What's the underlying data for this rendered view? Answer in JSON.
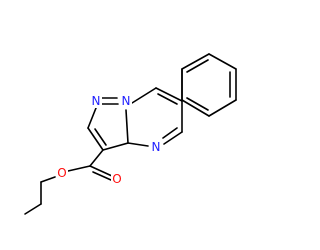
{
  "colors": {
    "bond": "#000000",
    "nitrogen": "#1f1fff",
    "oxygen": "#ff0d0d",
    "background": "#ffffff"
  },
  "atoms": {
    "n_bridge": "N",
    "n_pyrazole": "N",
    "n_pyrimidine": "N",
    "o_carbonyl": "O",
    "o_ester": "O"
  }
}
